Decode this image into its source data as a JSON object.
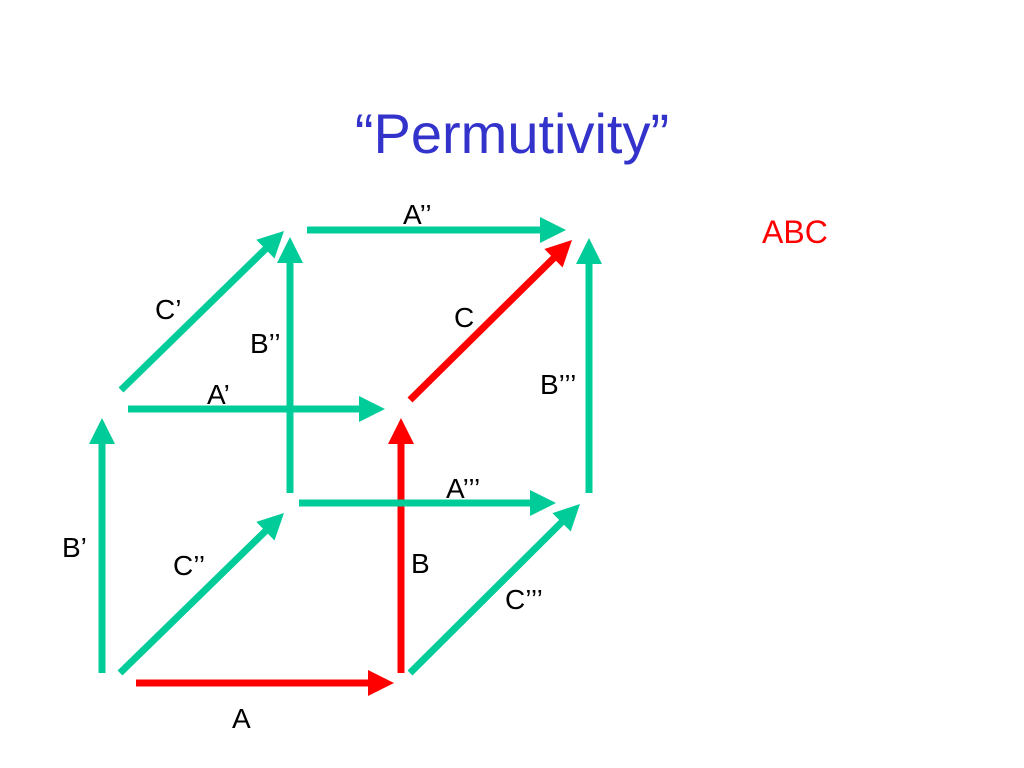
{
  "slide": {
    "title": "“Permutivity”",
    "result": "ABC"
  },
  "colors": {
    "title": "#3333cc",
    "highlight": "#ff0000",
    "edge": "#00cc99",
    "label": "#000000"
  },
  "diagram": {
    "highlighted_path": [
      "A",
      "B",
      "C"
    ],
    "edges": [
      {
        "id": "A",
        "label": "A",
        "highlight": true
      },
      {
        "id": "B",
        "label": "B",
        "highlight": true
      },
      {
        "id": "C",
        "label": "C",
        "highlight": true
      },
      {
        "id": "A1",
        "label": "A’",
        "highlight": false
      },
      {
        "id": "A2",
        "label": "A’’",
        "highlight": false
      },
      {
        "id": "A3",
        "label": "A’’’",
        "highlight": false
      },
      {
        "id": "B1",
        "label": "B’",
        "highlight": false
      },
      {
        "id": "B2",
        "label": "B’’",
        "highlight": false
      },
      {
        "id": "B3",
        "label": "B’’’",
        "highlight": false
      },
      {
        "id": "C1",
        "label": "C’",
        "highlight": false
      },
      {
        "id": "C2",
        "label": "C’’",
        "highlight": false
      },
      {
        "id": "C3",
        "label": "C’’’",
        "highlight": false
      }
    ]
  }
}
